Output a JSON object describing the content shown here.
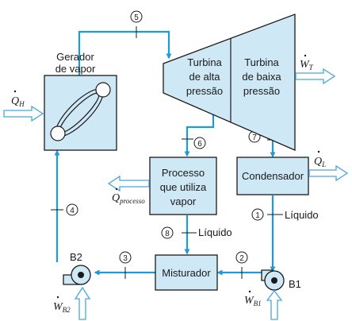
{
  "components": {
    "steam_generator": [
      "Gerador",
      "de vapor"
    ],
    "turbine_hp": [
      "Turbina",
      "de alta",
      "pressão"
    ],
    "turbine_lp": [
      "Turbina",
      "de baixa",
      "pressão"
    ],
    "process": [
      "Processo",
      "que utiliza",
      "vapor"
    ],
    "condenser": "Condensador",
    "mixer": "Misturador",
    "pump_b1": "B1",
    "pump_b2": "B2"
  },
  "states": [
    "1",
    "2",
    "3",
    "4",
    "5",
    "6",
    "7",
    "8"
  ],
  "stream_labels": {
    "liquid_1": "Líquido",
    "liquid_8": "Líquido"
  },
  "energy": {
    "qh": {
      "sym": "Q",
      "sub": "H"
    },
    "wt": {
      "sym": "W",
      "sub": "T"
    },
    "ql": {
      "sym": "Q",
      "sub": "L"
    },
    "qproc": {
      "sym": "Q",
      "sub": "processo"
    },
    "wb1": {
      "sym": "W",
      "sub": "B1"
    },
    "wb2": {
      "sym": "W",
      "sub": "B2"
    }
  },
  "colors": {
    "pipe": "#1e9ad6",
    "fill": "#cfe8f5",
    "arrow_outline": "#4aa6d8"
  }
}
